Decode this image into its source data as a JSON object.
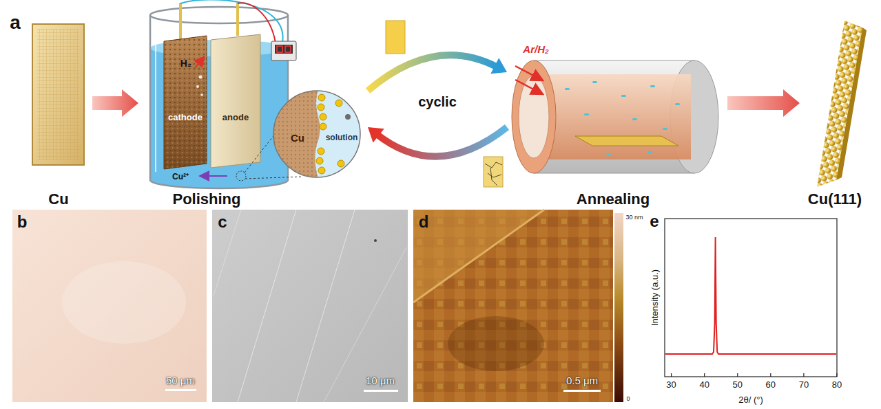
{
  "diagram": {
    "nodes": [
      {
        "text": [
          "Cu"
        ]
      },
      {
        "text": [
          "Polishing"
        ]
      },
      {
        "text": [
          "cathode"
        ],
        "in": 1
      },
      {
        "text": [
          "anode"
        ],
        "in": 1
      },
      {
        "text": [
          "Cu",
          "solution"
        ],
        "in": 1
      },
      {
        "text": [
          "Annealing",
          "Ar/H₂"
        ]
      },
      {
        "text": [
          "Cu(111)"
        ]
      },
      {
        "text": [
          "b",
          "50 μm"
        ]
      },
      {
        "text": [
          "c",
          "10 μm"
        ]
      },
      {
        "text": [
          "d",
          "0.5 μm"
        ]
      }
    ],
    "edges": [
      {
        "from": 0,
        "to": 1,
        "arrow": "to"
      },
      {
        "from": 1,
        "to": 5,
        "arrow": "to"
      },
      {
        "from": 5,
        "to": 1,
        "arrow": "to"
      },
      {
        "from": 5,
        "to": 6,
        "arrow": "to"
      }
    ],
    "labels": [
      "a",
      "H₂",
      "Cu²⁺",
      "cyclic",
      "30 nm",
      "0",
      "e",
      "Intensity (a.u.)",
      "2θ/ (°)",
      "30",
      "40",
      "50",
      "60",
      "70",
      "80"
    ]
  }
}
